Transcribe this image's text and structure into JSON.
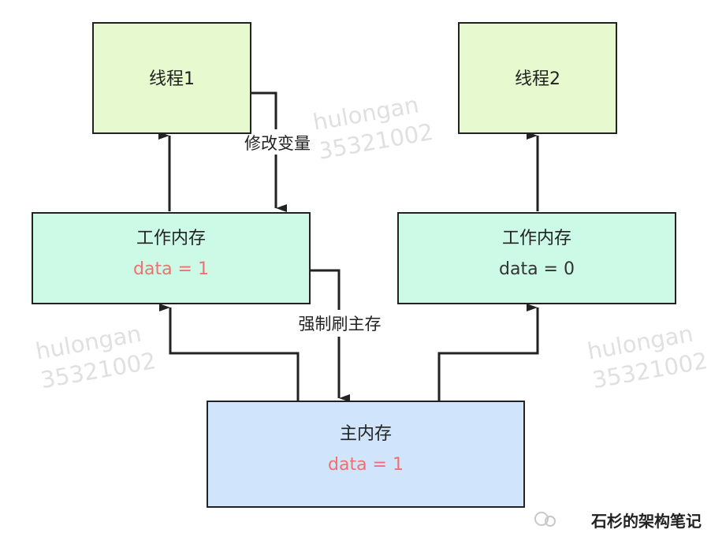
{
  "diagram": {
    "nodes": {
      "thread1": {
        "title": "线程1"
      },
      "thread2": {
        "title": "线程2"
      },
      "work_memory_1": {
        "title": "工作内存",
        "value": "data = 1",
        "value_color": "#f07070"
      },
      "work_memory_2": {
        "title": "工作内存",
        "value": "data = 0",
        "value_color": "#333333"
      },
      "main_memory": {
        "title": "主内存",
        "value": "data = 1",
        "value_color": "#f07070"
      }
    },
    "edges": {
      "modify": {
        "label": "修改变量"
      },
      "flush": {
        "label": "强制刷主存"
      }
    }
  },
  "watermarks": [
    {
      "line1": "hulongan",
      "line2": "35321002"
    },
    {
      "line1": "hulongan",
      "line2": "35321002"
    },
    {
      "line1": "hulongan",
      "line2": "35321002"
    }
  ],
  "footer": {
    "text": "石杉的架构笔记"
  },
  "colors": {
    "thread_fill": "#e6f9cf",
    "work_fill": "#cdfae6",
    "main_fill": "#d0e4fb",
    "stroke": "#222222",
    "highlight": "#f07070"
  }
}
